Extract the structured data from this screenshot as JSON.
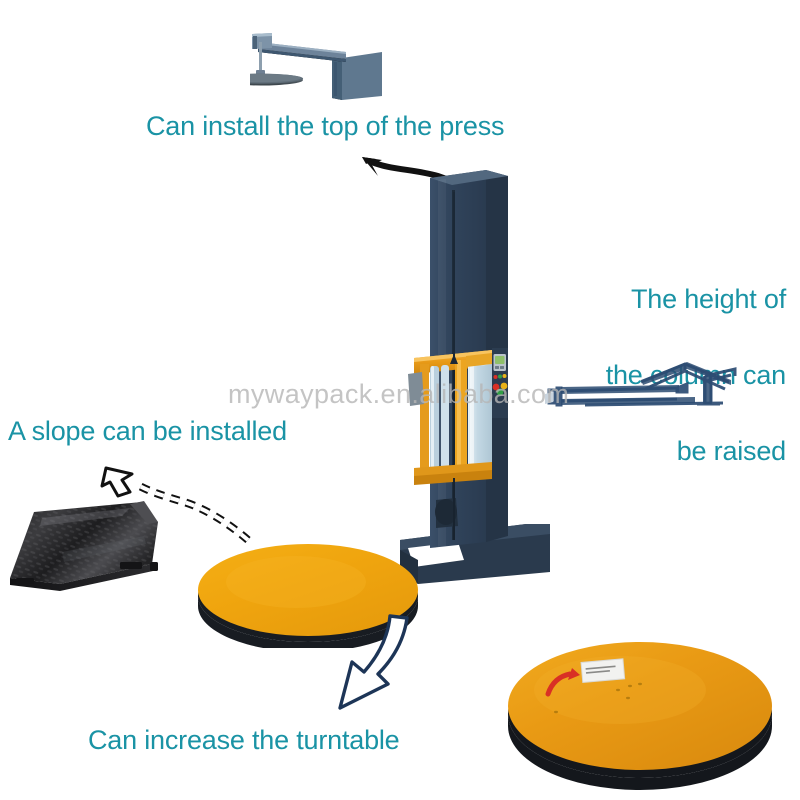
{
  "image": {
    "kind": "product-annotation-photo",
    "product": "pallet stretch wrapping machine",
    "background_color": "#ffffff"
  },
  "watermark": {
    "text": "mywaypack.en.alibaba.com",
    "color": "#b6b6b6"
  },
  "colors": {
    "label_teal": "#1a93a5",
    "column_blue": "#2f4257",
    "column_blue_light": "#44596e",
    "column_blue_dark": "#1e2d3d",
    "base_navy": "#243243",
    "turntable_orange": "#f0a500",
    "turntable_orange_2": "#e8981d",
    "turntable_edge": "#1b1f26",
    "carriage_orange": "#eb9a1a",
    "film_roll": "#cfe0ea",
    "ramp_dark": "#262626",
    "arrow_black": "#111111",
    "arrow_outline_blue": "#1d3557",
    "rotation_arrow_red": "#d93025",
    "outline_sketch_blue": "#2c4c72"
  },
  "labels": [
    {
      "id": "top-press",
      "text": "Can install the top of the press",
      "arrow": "black-curved-arrow-up-left",
      "points_to": "top-press-assembly"
    },
    {
      "id": "column-height",
      "lines": [
        "The height of",
        "the column can",
        "be raised"
      ],
      "points_to": "column-extension-sketch"
    },
    {
      "id": "slope",
      "text": "A slope can be installed",
      "arrow": "dashed-outline-arrow-up-left",
      "points_to": "ramp-photo"
    },
    {
      "id": "turntable",
      "text": "Can increase the turntable",
      "arrow": "white-outline-arrow-down-left",
      "points_to": "secondary-turntable-photo"
    }
  ],
  "machine": {
    "name": "stretch-wrapper",
    "parts": [
      {
        "name": "top-press-assembly",
        "desc": "boom arm with round press plate"
      },
      {
        "name": "mast-column",
        "desc": "tall vertical blue column"
      },
      {
        "name": "film-carriage",
        "desc": "orange carriage holding stretch film roll"
      },
      {
        "name": "control-panel",
        "desc": "display with indicator buttons"
      },
      {
        "name": "base-frame",
        "desc": "dark navy floor frame"
      },
      {
        "name": "turntable",
        "desc": "orange rotating pallet disc"
      }
    ]
  },
  "control_panel": {
    "display_color": "#7fbf5f",
    "buttons": [
      "red",
      "green",
      "yellow"
    ],
    "knob_colors": [
      "#d93025",
      "#e8b21a",
      "#2f9e44"
    ]
  },
  "secondary_turntable": {
    "label_sticker": "product label",
    "rotation_arrow": "red-curved-arrow-counterclockwise"
  },
  "column_extension_sketch": {
    "desc": "faint blue line-art of extended column / fork arms"
  }
}
